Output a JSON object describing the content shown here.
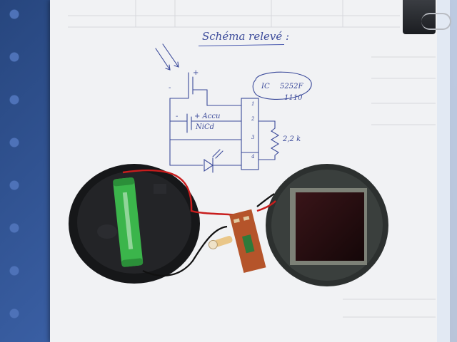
{
  "schematic": {
    "title": "Schéma relevé :",
    "ic_label": "IC",
    "ic_part": "5252F",
    "ic_code": "1110",
    "pins": [
      "1",
      "2",
      "3",
      "4"
    ],
    "battery_label_line1": "+ Accu",
    "battery_label_line2": "NiCd",
    "resistor_label": "2,2 k",
    "minus_sign_1": "-",
    "minus_sign_2": "-",
    "plus_sign": "+"
  },
  "colors": {
    "ink": "#3b4a9a",
    "battery_green": "#39b54a",
    "pcb_orange": "#b5542a",
    "housing": "#1c1d1f"
  }
}
